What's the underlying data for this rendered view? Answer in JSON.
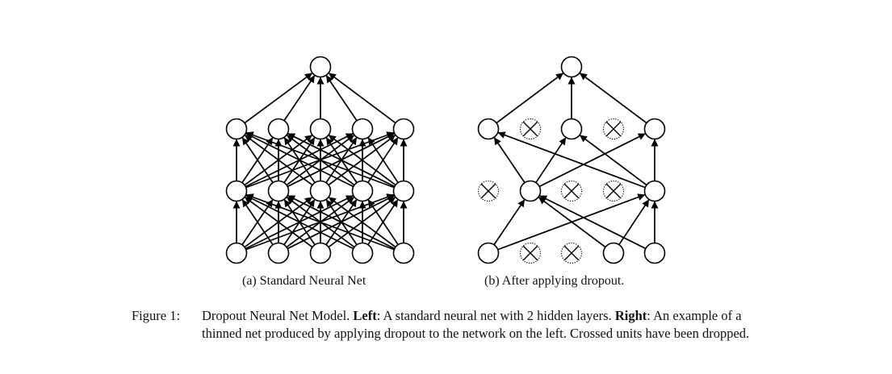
{
  "figure": {
    "panels": [
      {
        "caption": "(a) Standard Neural Net",
        "layers": [
          [
            true,
            true,
            true,
            true,
            true
          ],
          [
            true,
            true,
            true,
            true,
            true
          ],
          [
            true,
            true,
            true,
            true,
            true
          ],
          [
            true
          ]
        ]
      },
      {
        "caption": "(b) After applying dropout.",
        "layers": [
          [
            true,
            false,
            false,
            true,
            true
          ],
          [
            false,
            true,
            false,
            false,
            true
          ],
          [
            true,
            false,
            true,
            false,
            true
          ],
          [
            true
          ]
        ]
      }
    ],
    "caption": {
      "label": "Figure 1:",
      "text1": "Dropout Neural Net Model. ",
      "bold1": "Left",
      "text2": ": A standard neural net with 2 hidden layers. ",
      "bold2": "Right",
      "text3": ": An example of a thinned net produced by applying dropout to the network on the left. Crossed units have been dropped."
    },
    "colors": {
      "ink": "#000000",
      "background": "#ffffff"
    }
  }
}
